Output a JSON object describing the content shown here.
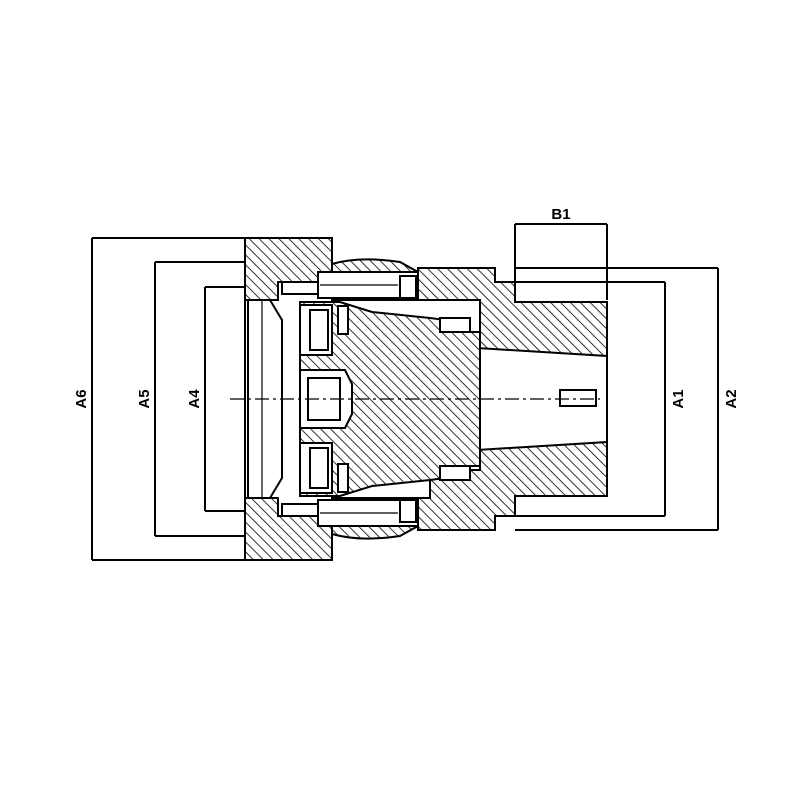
{
  "drawing": {
    "dimensions": {
      "a1": "A1",
      "a2": "A2",
      "a4": "A4",
      "a5": "A5",
      "a6": "A6",
      "b1": "B1"
    },
    "colors": {
      "line": "#000000",
      "background": "#ffffff"
    }
  }
}
